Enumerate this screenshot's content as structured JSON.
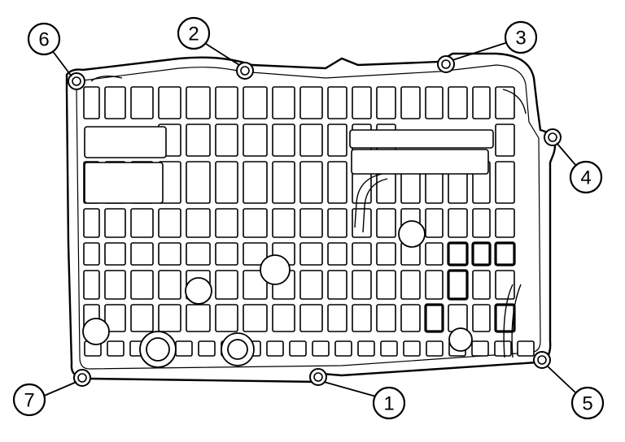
{
  "diagram": {
    "callouts": [
      {
        "label": "1",
        "bolt_name": "bolt-hole-1"
      },
      {
        "label": "2",
        "bolt_name": "bolt-hole-2"
      },
      {
        "label": "3",
        "bolt_name": "bolt-hole-3"
      },
      {
        "label": "4",
        "bolt_name": "bolt-hole-4"
      },
      {
        "label": "5",
        "bolt_name": "bolt-hole-5"
      },
      {
        "label": "6",
        "bolt_name": "bolt-hole-6"
      },
      {
        "label": "7",
        "bolt_name": "bolt-hole-7"
      }
    ]
  }
}
